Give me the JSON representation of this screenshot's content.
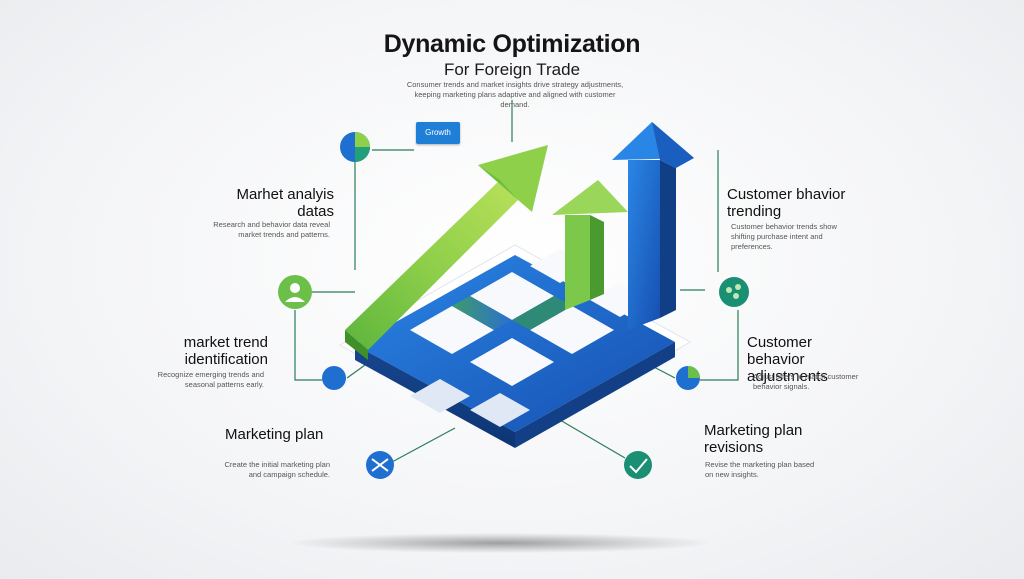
{
  "header": {
    "title": "Dynamic Optimization",
    "subtitle": "For Foreign Trade",
    "intro_text": "Consumer trends and market insights drive strategy adjustments, keeping marketing plans adaptive and aligned with customer demand.",
    "badge": "Growth"
  },
  "left": [
    {
      "heading": "Marhet analyis datas",
      "text": "Research and behavior data reveal market trends and patterns."
    },
    {
      "heading": "market trend identification",
      "text": "Recognize emerging trends and seasonal patterns early."
    },
    {
      "heading": "Marketing plan",
      "text": "Create the initial marketing plan and campaign schedule."
    }
  ],
  "right": [
    {
      "heading": "Customer bhavior trending",
      "text": "Customer behavior trends show shifting purchase intent and preferences."
    },
    {
      "heading": "Customer behavior adjustments",
      "text": "Adjust offers to match customer behavior signals."
    },
    {
      "heading": "Marketing plan revisions",
      "text": "Revise the marketing plan based on new insights."
    }
  ],
  "icons": {
    "top_left": "pie-chart-icon",
    "left_mid": "user-icon",
    "left_low": "globe-icon",
    "left_bottom": "tools-icon",
    "right_mid": "group-icon",
    "right_low": "gauge-icon",
    "right_bottom": "checkmark-icon"
  },
  "colors": {
    "blue": "#1f6fd0",
    "blue_dark": "#0f4fa8",
    "green": "#6cc04a",
    "teal": "#1b8f73"
  }
}
